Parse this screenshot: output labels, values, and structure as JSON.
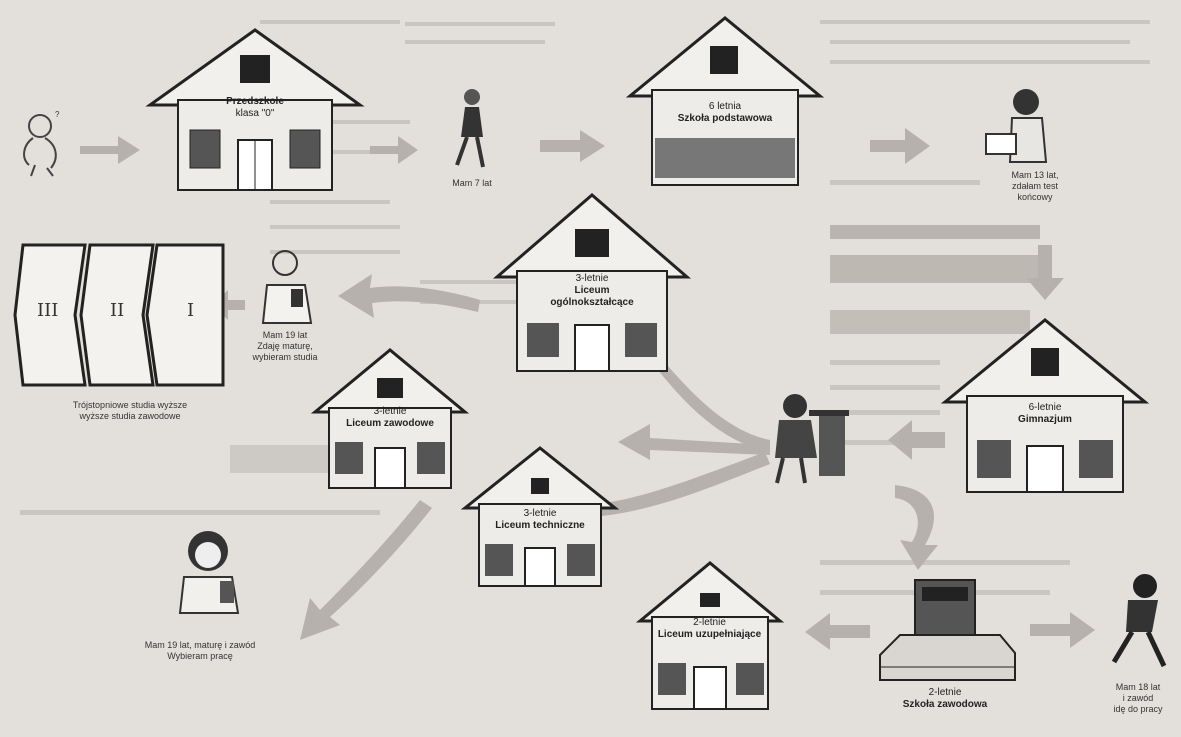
{
  "houses": {
    "przedszkole": {
      "line1": "Przedszkole",
      "line2": "klasa \"0\""
    },
    "szkola_podstawowa": {
      "line1": "6 letnia",
      "line2": "Szkoła podstawowa"
    },
    "gimnazjum": {
      "line1": "6-letnie",
      "line2": "Gimnazjum"
    },
    "liceum_ogolnoksztalcace": {
      "line1": "3-letnie",
      "line2": "Liceum",
      "line3": "ogólnokształcące"
    },
    "liceum_zawodowe": {
      "line1": "3-letnie",
      "line2": "Liceum zawodowe"
    },
    "liceum_techniczne": {
      "line1": "3-letnie",
      "line2": "Liceum techniczne"
    },
    "liceum_uzupelniajace": {
      "line1": "2-letnie",
      "line2": "Liceum uzupełniające"
    },
    "szkola_zawodowa": {
      "line1": "2-letnie",
      "line2": "Szkoła zawodowa"
    }
  },
  "captions": {
    "mam7": [
      "Mam 7 lat"
    ],
    "mam13": [
      "Mam 13 lat,",
      "zdałam test",
      "końcowy"
    ],
    "mam19_matura": [
      "Mam 19 lat",
      "Zdaję maturę,",
      "wybieram studia"
    ],
    "studia": [
      "Trójstopniowe studia wyższe",
      "wyższe studia zawodowe"
    ],
    "mam19_praca": [
      "Mam 19 lat, maturę i zawód",
      "Wybieram pracę"
    ],
    "mam18": [
      "Mam 18 lat",
      "i zawód",
      "idę do pracy"
    ]
  },
  "doors": {
    "d3": "III",
    "d2": "II",
    "d1": "I"
  },
  "badge": "?"
}
